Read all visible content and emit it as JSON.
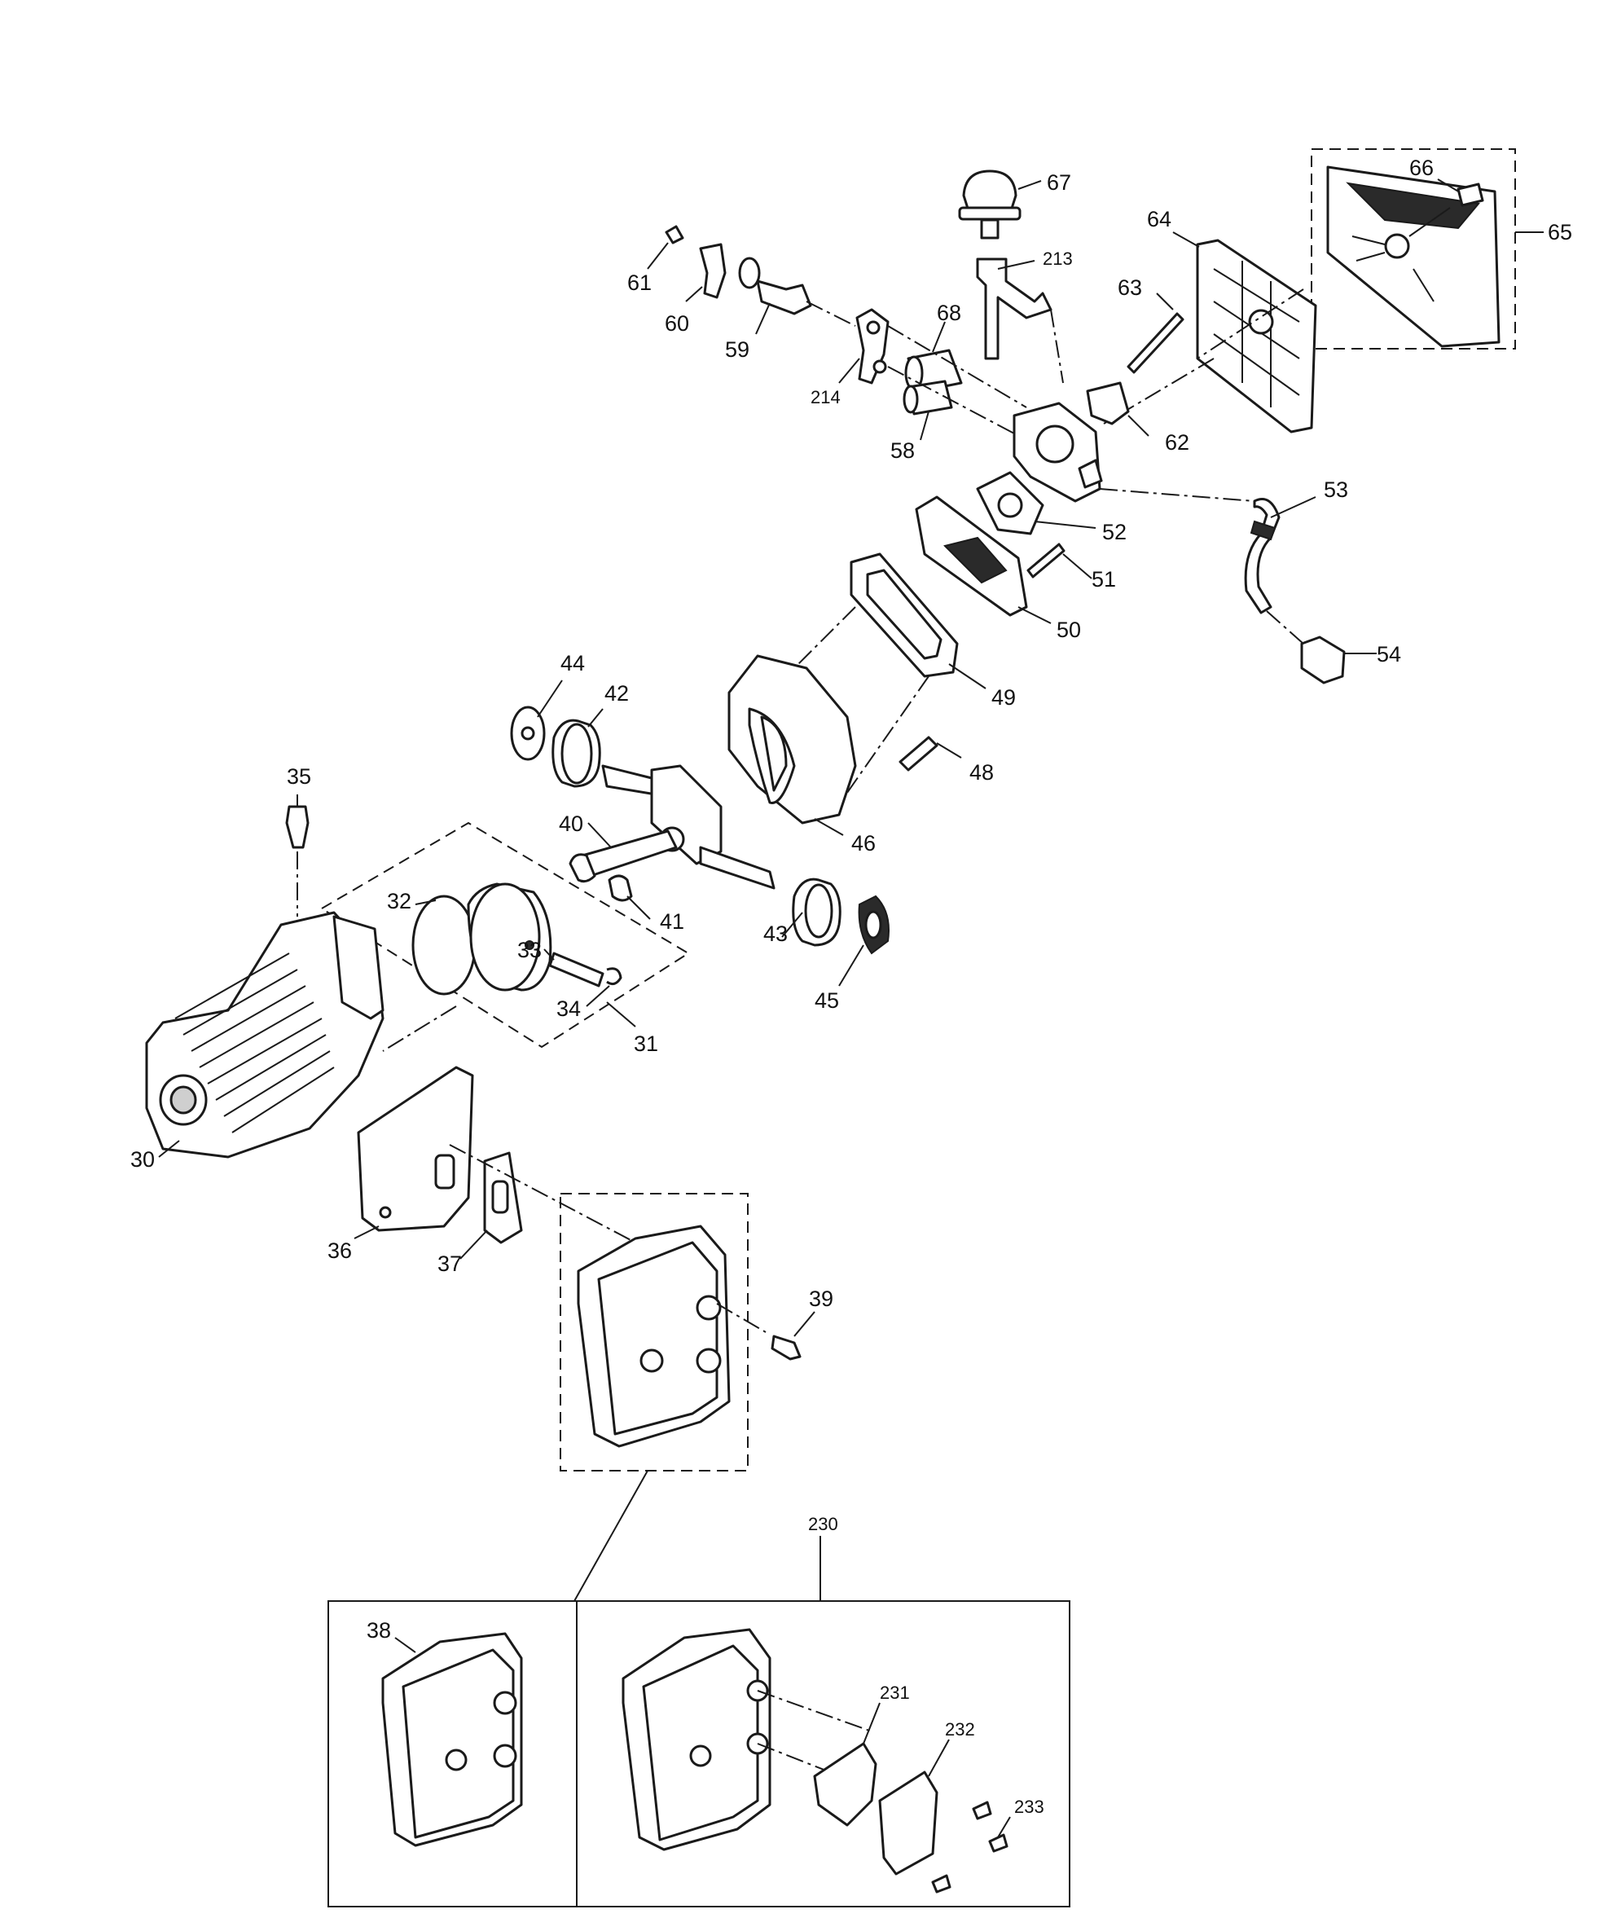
{
  "callouts": {
    "c30": "30",
    "c31": "31",
    "c32": "32",
    "c33": "33",
    "c34": "34",
    "c35": "35",
    "c36": "36",
    "c37": "37",
    "c38": "38",
    "c39": "39",
    "c40": "40",
    "c41": "41",
    "c42": "42",
    "c43": "43",
    "c44": "44",
    "c45": "45",
    "c46": "46",
    "c48": "48",
    "c49": "49",
    "c50": "50",
    "c51": "51",
    "c52": "52",
    "c53": "53",
    "c54": "54",
    "c58": "58",
    "c59": "59",
    "c60": "60",
    "c61": "61",
    "c62": "62",
    "c63": "63",
    "c64": "64",
    "c65": "65",
    "c66": "66",
    "c67": "67",
    "c68": "68",
    "c213": "213",
    "c214": "214",
    "c230": "230",
    "c231": "231",
    "c232": "232",
    "c233": "233"
  }
}
